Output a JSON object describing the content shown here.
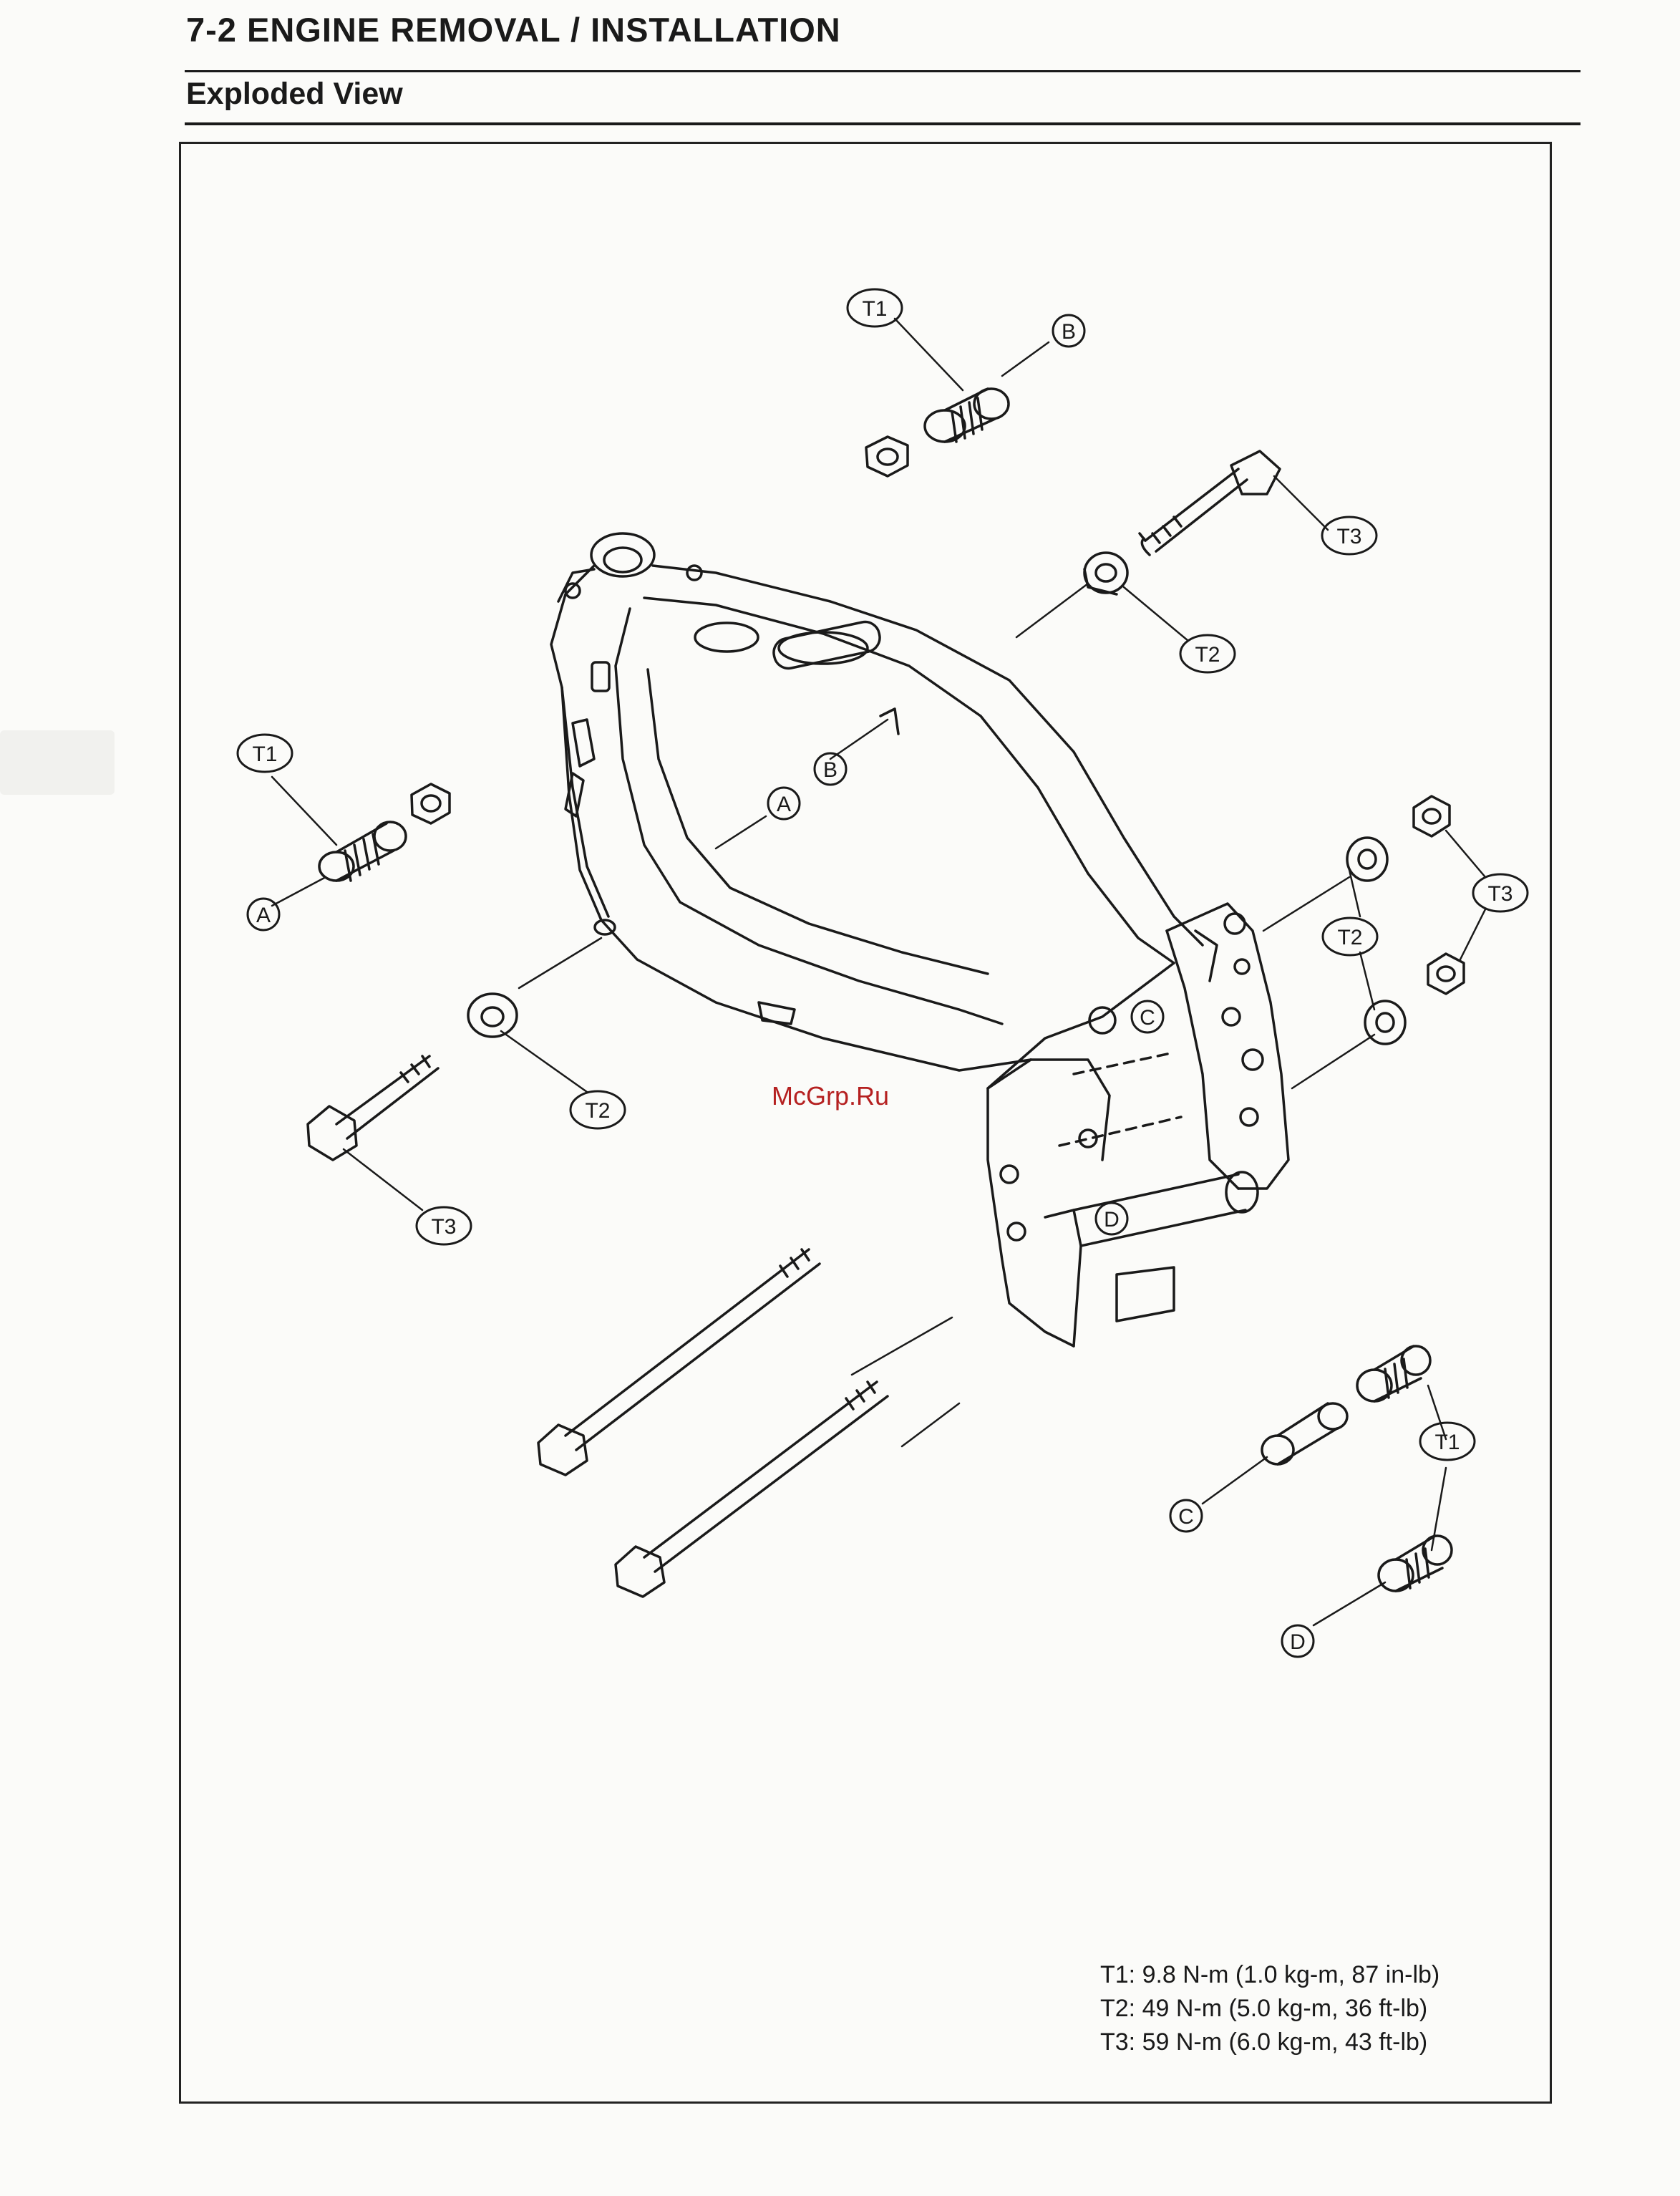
{
  "header": {
    "title": "7-2 ENGINE REMOVAL / INSTALLATION",
    "subtitle": "Exploded View"
  },
  "callouts": {
    "t1": "T1",
    "t2": "T2",
    "t3": "T3",
    "a": "A",
    "b": "B",
    "c": "C",
    "d": "D"
  },
  "torque_specs": [
    "T1: 9.8 N-m (1.0 kg-m, 87 in-lb)",
    "T2: 49 N-m (5.0 kg-m, 36 ft-lb)",
    "T3: 59 N-m (6.0 kg-m, 43 ft-lb)"
  ],
  "watermark": "McGrp.Ru"
}
